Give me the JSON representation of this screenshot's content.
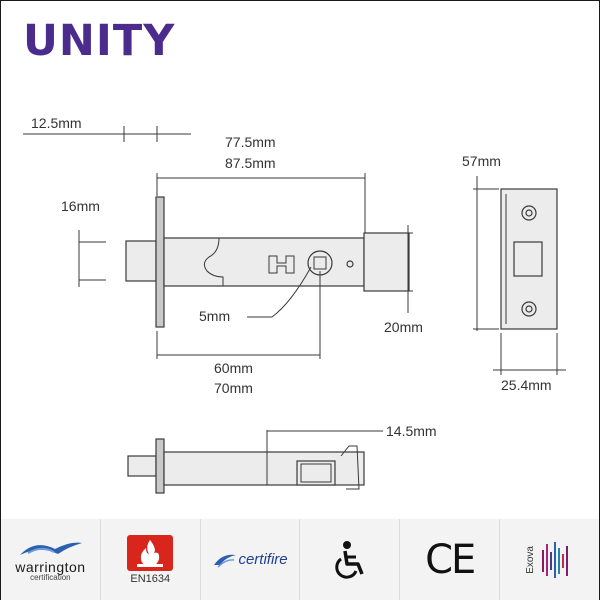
{
  "brand": {
    "name": "UNITY",
    "color": "#4b2c8c"
  },
  "dimensions": {
    "backset_gap": "12.5mm",
    "overall_short": "77.5mm",
    "overall_long": "87.5mm",
    "bolt_height": "16mm",
    "spindle": "5mm",
    "backset_short": "60mm",
    "backset_long": "70mm",
    "case_height": "20mm",
    "plate_height": "57mm",
    "plate_width": "25.4mm",
    "side_depth": "14.5mm"
  },
  "certifications": [
    {
      "name": "warrington",
      "subtitle": "certification",
      "icon": "warrington-bird-icon"
    },
    {
      "name": "EN1634",
      "icon": "fire-flame-icon",
      "color": "#d9261c"
    },
    {
      "name": "certifire",
      "icon": "certifire-swoosh-icon"
    },
    {
      "name": "accessibility",
      "icon": "wheelchair-icon"
    },
    {
      "name": "CE",
      "icon": "ce-mark-icon"
    },
    {
      "name": "Exova",
      "icon": "exova-bars-icon"
    }
  ]
}
